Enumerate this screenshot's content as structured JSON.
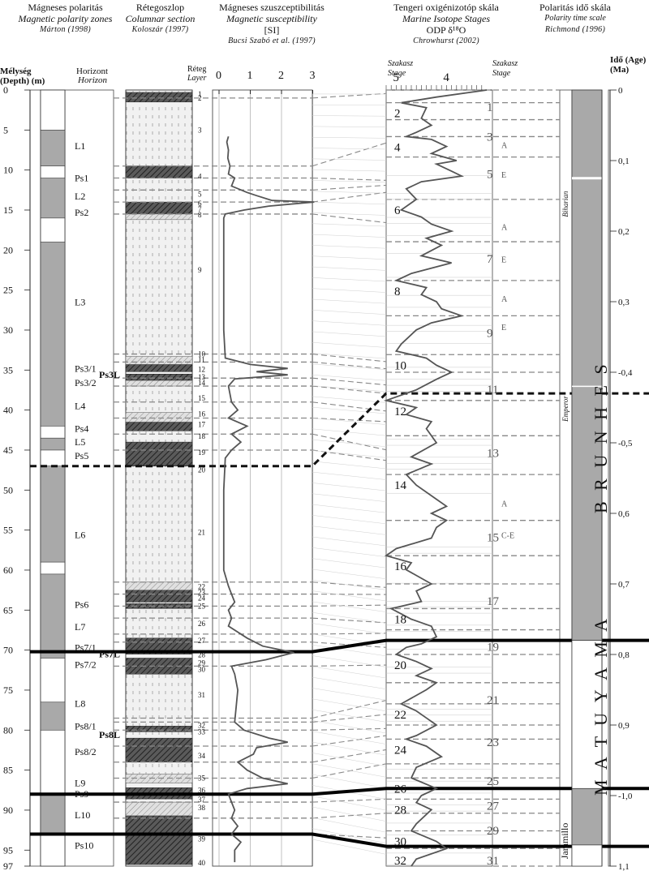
{
  "headers": {
    "polarity_hu": "Mágneses polaritás",
    "polarity_en": "Magnetic polarity zones",
    "polarity_ref": "Márton (1998)",
    "column_hu": "Rétegoszlop",
    "column_en": "Columnar section",
    "column_ref": "Koloszár (1997)",
    "susc_hu": "Mágneses szuszceptibilitás",
    "susc_en": "Magnetic susceptibility",
    "susc_unit": "[SI]",
    "susc_ref": "Bucsi Szabó et al. (1997)",
    "mis_hu": "Tengeri oxigénizotóp skála",
    "mis_en": "Marine Isotope Stages",
    "mis_odp": "ODP δ¹⁸O",
    "mis_ref": "Chrowhurst (2002)",
    "pts_hu": "Polaritás idő skála",
    "pts_en": "Polarity time scale",
    "pts_ref": "Richmond (1996)",
    "depth_label": "Mélység (Depth) (m)",
    "horizon_hu": "Horizont",
    "horizon_en": "Horizon",
    "layer_hu": "Réteg",
    "layer_en": "Layer",
    "stage_left": "Szakasz Stage",
    "stage_right": "Szakasz Stage",
    "age_label": "Idő (Age) (Ma)",
    "brunhes": "B R U N H E S",
    "matuyama": "M A T U Y A M A",
    "biharian": "Biharian",
    "emperor": "Emperor",
    "jaramillo": "Jaramillo"
  },
  "chart_data": {
    "type": "line",
    "depth_axis": {
      "ticks": [
        0,
        5,
        10,
        15,
        20,
        25,
        30,
        35,
        40,
        45,
        50,
        55,
        60,
        65,
        70,
        75,
        80,
        85,
        90,
        95,
        97
      ],
      "range": [
        0,
        97
      ]
    },
    "susc_axis": {
      "ticks": [
        0,
        1,
        2,
        3
      ],
      "range": [
        0,
        3
      ]
    },
    "d18O_axis": {
      "ticks": [
        5,
        4
      ]
    },
    "age_axis": {
      "ticks": [
        "0",
        "0,1",
        "0,2",
        "0,3",
        "-0,4",
        "-0,5",
        "0,6",
        "0,7",
        "0,8",
        "0,9",
        "-1,0",
        "1,1"
      ],
      "range": [
        0,
        1.1
      ]
    },
    "polarity_normal_zones_m": [
      [
        5,
        9.5
      ],
      [
        11,
        16
      ],
      [
        19,
        42
      ],
      [
        43.5,
        45
      ],
      [
        47,
        59
      ],
      [
        60.5,
        71
      ],
      [
        76.5,
        80
      ],
      [
        88,
        93
      ]
    ],
    "horizons": [
      {
        "name": "L1",
        "depth": 7
      },
      {
        "name": "Ps1",
        "depth": 11
      },
      {
        "name": "L2",
        "depth": 13.3
      },
      {
        "name": "Ps2",
        "depth": 15.3
      },
      {
        "name": "L3",
        "depth": 26.5
      },
      {
        "name": "Ps3/1",
        "depth": 34.8
      },
      {
        "name": "Ps3L",
        "depth": 35.6
      },
      {
        "name": "Ps3/2",
        "depth": 36.6
      },
      {
        "name": "L4",
        "depth": 39.5
      },
      {
        "name": "Ps4",
        "depth": 42.3
      },
      {
        "name": "L5",
        "depth": 44
      },
      {
        "name": "Ps5",
        "depth": 45.7
      },
      {
        "name": "L6",
        "depth": 55.6
      },
      {
        "name": "Ps6",
        "depth": 64.3
      },
      {
        "name": "L7",
        "depth": 67.1
      },
      {
        "name": "Ps7/1",
        "depth": 69.7
      },
      {
        "name": "Ps7L",
        "depth": 70.5
      },
      {
        "name": "Ps7/2",
        "depth": 71.8
      },
      {
        "name": "L8",
        "depth": 76.7
      },
      {
        "name": "Ps8/1",
        "depth": 79.5
      },
      {
        "name": "Ps8L",
        "depth": 80.6
      },
      {
        "name": "Ps8/2",
        "depth": 82.7
      },
      {
        "name": "L9",
        "depth": 86.6
      },
      {
        "name": "Ps9",
        "depth": 88
      },
      {
        "name": "L10",
        "depth": 90.6
      },
      {
        "name": "Ps10",
        "depth": 94.4
      }
    ],
    "layers": [
      {
        "n": "1",
        "depth": 0.5
      },
      {
        "n": "2",
        "depth": 1
      },
      {
        "n": "3",
        "depth": 5
      },
      {
        "n": "4",
        "depth": 10.8
      },
      {
        "n": "5",
        "depth": 13
      },
      {
        "n": "6",
        "depth": 14.2
      },
      {
        "n": "7",
        "depth": 14.9
      },
      {
        "n": "8",
        "depth": 15.6
      },
      {
        "n": "9",
        "depth": 22.5
      },
      {
        "n": "10",
        "depth": 33
      },
      {
        "n": "11",
        "depth": 33.7
      },
      {
        "n": "12",
        "depth": 34.9
      },
      {
        "n": "13",
        "depth": 35.9
      },
      {
        "n": "14",
        "depth": 36.6
      },
      {
        "n": "15",
        "depth": 38.5
      },
      {
        "n": "16",
        "depth": 40.5
      },
      {
        "n": "17",
        "depth": 41.8
      },
      {
        "n": "18",
        "depth": 43.3
      },
      {
        "n": "19",
        "depth": 45.3
      },
      {
        "n": "20",
        "depth": 47.5
      },
      {
        "n": "21",
        "depth": 55.3
      },
      {
        "n": "22",
        "depth": 62.1
      },
      {
        "n": "23",
        "depth": 62.8
      },
      {
        "n": "24",
        "depth": 63.5
      },
      {
        "n": "25",
        "depth": 64.5
      },
      {
        "n": "26",
        "depth": 66.7
      },
      {
        "n": "27",
        "depth": 68.8
      },
      {
        "n": "28",
        "depth": 70.6
      },
      {
        "n": "29",
        "depth": 71.6
      },
      {
        "n": "30",
        "depth": 72.4
      },
      {
        "n": "31",
        "depth": 75.6
      },
      {
        "n": "32",
        "depth": 79.4
      },
      {
        "n": "33",
        "depth": 80.2
      },
      {
        "n": "34",
        "depth": 83.2
      },
      {
        "n": "35",
        "depth": 86
      },
      {
        "n": "36",
        "depth": 87.5
      },
      {
        "n": "37",
        "depth": 88.7
      },
      {
        "n": "38",
        "depth": 89.7
      },
      {
        "n": "39",
        "depth": 93.6
      },
      {
        "n": "40",
        "depth": 96.6
      }
    ],
    "susceptibility_series": [
      [
        5.8,
        0.3
      ],
      [
        6.5,
        0.25
      ],
      [
        7.5,
        0.3
      ],
      [
        8.5,
        0.28
      ],
      [
        9.5,
        0.35
      ],
      [
        10.5,
        0.3
      ],
      [
        11,
        0.5
      ],
      [
        12,
        0.4
      ],
      [
        12.8,
        0.9
      ],
      [
        13.2,
        1.2
      ],
      [
        13.8,
        1.7
      ],
      [
        14,
        3.05
      ],
      [
        14.5,
        1.6
      ],
      [
        15,
        0.8
      ],
      [
        15.5,
        0.2
      ],
      [
        16,
        0.15
      ],
      [
        20,
        0.15
      ],
      [
        30,
        0.15
      ],
      [
        33.5,
        0.2
      ],
      [
        34.3,
        1.0
      ],
      [
        34.8,
        2.2
      ],
      [
        35.2,
        1.2
      ],
      [
        35.6,
        2.2
      ],
      [
        36.1,
        0.5
      ],
      [
        37,
        0.3
      ],
      [
        39,
        0.4
      ],
      [
        40,
        0.6
      ],
      [
        41,
        0.3
      ],
      [
        42,
        0.9
      ],
      [
        43,
        0.4
      ],
      [
        44,
        0.7
      ],
      [
        45,
        0.4
      ],
      [
        46,
        0.2
      ],
      [
        50,
        0.15
      ],
      [
        60,
        0.15
      ],
      [
        62,
        0.3
      ],
      [
        63,
        0.4
      ],
      [
        64,
        0.5
      ],
      [
        65,
        0.3
      ],
      [
        66,
        0.4
      ],
      [
        67,
        0.3
      ],
      [
        68.5,
        0.9
      ],
      [
        69.5,
        1.4
      ],
      [
        70.3,
        2.4
      ],
      [
        71.2,
        1.5
      ],
      [
        72,
        0.4
      ],
      [
        73,
        0.5
      ],
      [
        75,
        0.6
      ],
      [
        77,
        0.55
      ],
      [
        79,
        0.5
      ],
      [
        80,
        0.8
      ],
      [
        81,
        1.6
      ],
      [
        81.5,
        2.2
      ],
      [
        82.2,
        1.2
      ],
      [
        83,
        1.1
      ],
      [
        84,
        0.6
      ],
      [
        85,
        0.9
      ],
      [
        86,
        1.4
      ],
      [
        86.7,
        2.2
      ],
      [
        87.3,
        0.9
      ],
      [
        88,
        0.3
      ],
      [
        89,
        0.4
      ],
      [
        90,
        0.5
      ],
      [
        91,
        0.4
      ],
      [
        92,
        0.6
      ],
      [
        93,
        0.4
      ],
      [
        94,
        0.7
      ],
      [
        95,
        0.5
      ],
      [
        96.5,
        0.5
      ]
    ],
    "mis_stages": [
      {
        "n": "1",
        "age": 0.0
      },
      {
        "n": "2",
        "age": 0.018
      },
      {
        "n": "3",
        "age": 0.042
      },
      {
        "n": "4",
        "age": 0.066
      },
      {
        "n": "5",
        "age": 0.095
      },
      {
        "n": "6",
        "age": 0.155
      },
      {
        "n": "7",
        "age": 0.215
      },
      {
        "n": "8",
        "age": 0.27
      },
      {
        "n": "9",
        "age": 0.32
      },
      {
        "n": "10",
        "age": 0.375
      },
      {
        "n": "11",
        "age": 0.4
      },
      {
        "n": "12",
        "age": 0.44
      },
      {
        "n": "13",
        "age": 0.49
      },
      {
        "n": "14",
        "age": 0.545
      },
      {
        "n": "15",
        "age": 0.61
      },
      {
        "n": "16",
        "age": 0.66
      },
      {
        "n": "17",
        "age": 0.7
      },
      {
        "n": "18",
        "age": 0.735
      },
      {
        "n": "19",
        "age": 0.765
      },
      {
        "n": "20",
        "age": 0.8
      },
      {
        "n": "21",
        "age": 0.84
      },
      {
        "n": "22",
        "age": 0.87
      },
      {
        "n": "23",
        "age": 0.9
      },
      {
        "n": "24",
        "age": 0.92
      },
      {
        "n": "25",
        "age": 0.955
      },
      {
        "n": "26",
        "age": 0.975
      },
      {
        "n": "27",
        "age": 0.99
      },
      {
        "n": "28",
        "age": 1.005
      },
      {
        "n": "29",
        "age": 1.025
      },
      {
        "n": "30",
        "age": 1.05
      },
      {
        "n": "31",
        "age": 1.075
      },
      {
        "n": "32",
        "age": 1.1
      }
    ],
    "substage_labels": [
      {
        "t": "A",
        "age": 0.082
      },
      {
        "t": "E",
        "age": 0.124
      },
      {
        "t": "A",
        "age": 0.198
      },
      {
        "t": "E",
        "age": 0.244
      },
      {
        "t": "A",
        "age": 0.3
      },
      {
        "t": "E",
        "age": 0.34
      },
      {
        "t": "A",
        "age": 0.59
      },
      {
        "t": "C-E",
        "age": 0.635
      }
    ],
    "d18O_series": [
      [
        0.0,
        3.2
      ],
      [
        0.01,
        4.2
      ],
      [
        0.018,
        4.9
      ],
      [
        0.025,
        4.4
      ],
      [
        0.04,
        4.5
      ],
      [
        0.05,
        4.3
      ],
      [
        0.06,
        4.6
      ],
      [
        0.066,
        4.8
      ],
      [
        0.07,
        4.3
      ],
      [
        0.08,
        4.0
      ],
      [
        0.09,
        4.3
      ],
      [
        0.1,
        3.8
      ],
      [
        0.105,
        4.2
      ],
      [
        0.115,
        3.9
      ],
      [
        0.122,
        3.7
      ],
      [
        0.13,
        4.5
      ],
      [
        0.14,
        4.8
      ],
      [
        0.155,
        4.6
      ],
      [
        0.17,
        4.9
      ],
      [
        0.18,
        4.5
      ],
      [
        0.19,
        4.3
      ],
      [
        0.2,
        3.9
      ],
      [
        0.21,
        4.4
      ],
      [
        0.22,
        4.1
      ],
      [
        0.235,
        4.5
      ],
      [
        0.245,
        3.9
      ],
      [
        0.26,
        4.7
      ],
      [
        0.27,
        5.0
      ],
      [
        0.28,
        4.4
      ],
      [
        0.29,
        4.5
      ],
      [
        0.3,
        4.2
      ],
      [
        0.31,
        4.1
      ],
      [
        0.32,
        3.7
      ],
      [
        0.33,
        4.3
      ],
      [
        0.34,
        4.6
      ],
      [
        0.36,
        4.9
      ],
      [
        0.37,
        5.0
      ],
      [
        0.38,
        4.4
      ],
      [
        0.39,
        4.2
      ],
      [
        0.4,
        3.9
      ],
      [
        0.41,
        4.2
      ],
      [
        0.425,
        4.6
      ],
      [
        0.44,
        5.2
      ],
      [
        0.45,
        4.6
      ],
      [
        0.46,
        4.8
      ],
      [
        0.47,
        4.3
      ],
      [
        0.48,
        4.4
      ],
      [
        0.5,
        4.2
      ],
      [
        0.52,
        4.7
      ],
      [
        0.53,
        4.3
      ],
      [
        0.545,
        4.8
      ],
      [
        0.56,
        4.6
      ],
      [
        0.58,
        4.2
      ],
      [
        0.59,
        4.0
      ],
      [
        0.6,
        4.3
      ],
      [
        0.61,
        4.0
      ],
      [
        0.62,
        4.2
      ],
      [
        0.635,
        4.3
      ],
      [
        0.65,
        5.0
      ],
      [
        0.66,
        5.2
      ],
      [
        0.67,
        4.7
      ],
      [
        0.68,
        4.8
      ],
      [
        0.7,
        4.3
      ],
      [
        0.71,
        4.6
      ],
      [
        0.725,
        4.5
      ],
      [
        0.735,
        5.1
      ],
      [
        0.75,
        4.7
      ],
      [
        0.76,
        4.3
      ],
      [
        0.775,
        4.2
      ],
      [
        0.785,
        4.5
      ],
      [
        0.79,
        4.8
      ],
      [
        0.8,
        5.0
      ],
      [
        0.81,
        4.6
      ],
      [
        0.82,
        4.3
      ],
      [
        0.83,
        4.6
      ],
      [
        0.84,
        4.2
      ],
      [
        0.85,
        4.4
      ],
      [
        0.87,
        4.9
      ],
      [
        0.88,
        4.6
      ],
      [
        0.89,
        4.4
      ],
      [
        0.9,
        4.2
      ],
      [
        0.915,
        4.6
      ],
      [
        0.92,
        4.8
      ],
      [
        0.93,
        4.4
      ],
      [
        0.945,
        4.1
      ],
      [
        0.96,
        4.6
      ],
      [
        0.975,
        4.7
      ],
      [
        0.99,
        4.2
      ],
      [
        1.0,
        4.5
      ],
      [
        1.01,
        4.6
      ],
      [
        1.02,
        4.3
      ],
      [
        1.04,
        4.6
      ],
      [
        1.05,
        4.7
      ],
      [
        1.065,
        4.2
      ],
      [
        1.075,
        4.0
      ],
      [
        1.09,
        4.6
      ],
      [
        1.1,
        4.7
      ]
    ],
    "correlation_pairs_depth_age": [
      [
        1,
        0.005
      ],
      [
        9.5,
        0.075
      ],
      [
        11,
        0.128
      ],
      [
        12.5,
        0.135
      ],
      [
        14,
        0.145
      ],
      [
        15.5,
        0.188
      ],
      [
        33,
        0.385
      ],
      [
        34,
        0.395
      ],
      [
        36,
        0.418
      ],
      [
        37,
        0.43
      ],
      [
        39,
        0.455
      ],
      [
        41,
        0.47
      ],
      [
        43,
        0.51
      ],
      [
        45,
        0.525
      ],
      [
        61.5,
        0.705
      ],
      [
        63,
        0.715
      ],
      [
        64.5,
        0.73
      ],
      [
        66,
        0.755
      ],
      [
        68,
        0.77
      ],
      [
        69,
        0.79
      ],
      [
        72,
        0.815
      ],
      [
        78.5,
        0.865
      ],
      [
        79,
        0.885
      ],
      [
        80,
        0.905
      ],
      [
        82,
        0.915
      ],
      [
        84,
        0.935
      ],
      [
        86,
        0.955
      ],
      [
        89,
        1.005
      ],
      [
        91,
        1.025
      ],
      [
        93,
        1.06
      ]
    ],
    "bold_correlations": [
      {
        "depth": 70.2,
        "age": 0.78
      },
      {
        "depth": 88,
        "age": 0.99
      },
      {
        "depth": 93,
        "age": 1.072
      }
    ],
    "dashed_correlation": {
      "depth": 47,
      "age": 0.43
    }
  }
}
